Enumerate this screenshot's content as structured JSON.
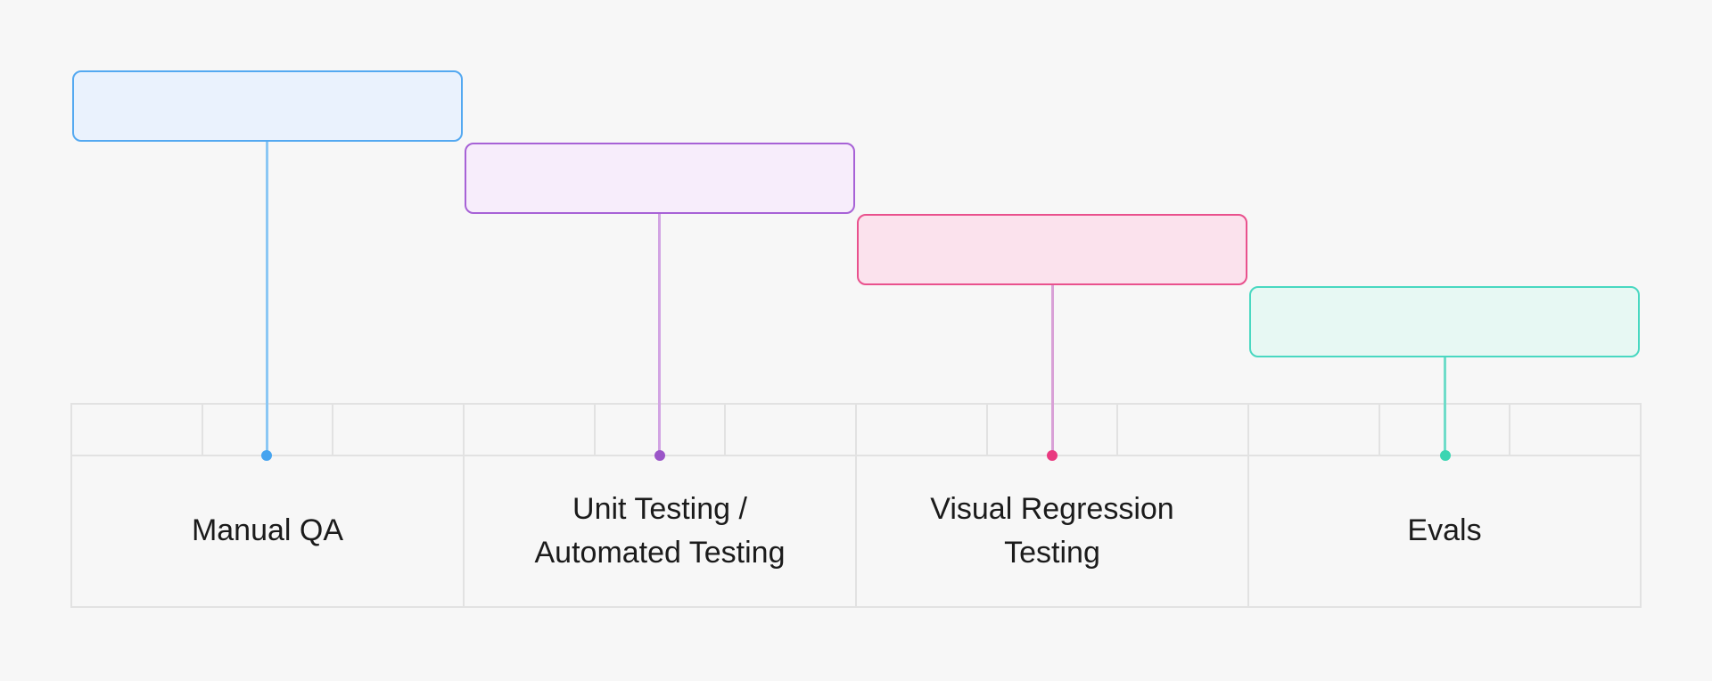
{
  "diagram": {
    "background": "#F7F7F7",
    "table_border": "#E2E2E2",
    "text_color": "#1B1B1B"
  },
  "stages": [
    {
      "id": "manual-qa",
      "label": "Manual QA",
      "colors": {
        "fill": "#EAF2FD",
        "border": "#54A9F1",
        "line": "#8BC7F4",
        "dot": "#47A4EF"
      }
    },
    {
      "id": "unit-automated-testing",
      "label": "Unit Testing /\nAutomated Testing",
      "colors": {
        "fill": "#F7EDFB",
        "border": "#A762D6",
        "line": "#D2A4E3",
        "dot": "#9B56C8"
      }
    },
    {
      "id": "visual-regression-testing",
      "label": "Visual Regression\nTesting",
      "colors": {
        "fill": "#FBE2ED",
        "border": "#E9518D",
        "line": "#D9A1D7",
        "dot": "#E93A80"
      }
    },
    {
      "id": "evals",
      "label": "Evals",
      "colors": {
        "fill": "#E7F8F3",
        "border": "#49D8C1",
        "line": "#6FDCC9",
        "dot": "#3BD5B2"
      }
    }
  ]
}
